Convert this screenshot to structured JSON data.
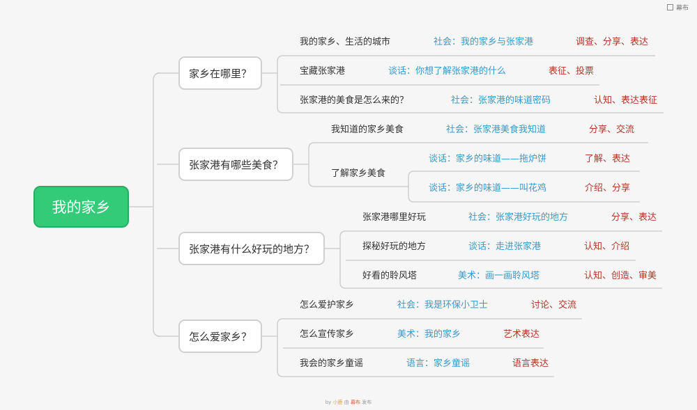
{
  "topbar": {
    "label": "幕布"
  },
  "root": {
    "label": "我的家乡"
  },
  "branches": [
    {
      "label": "家乡在哪里？",
      "items": [
        {
          "topic": "我的家乡、生活的城市",
          "lesson": "社会：我的家乡与张家港",
          "goal": "调查、分享、表达"
        },
        {
          "topic": "宝藏张家港",
          "lesson": "谈话：你想了解张家港的什么",
          "goal": "表征、投票"
        },
        {
          "topic": "张家港的美食是怎么来的？",
          "lesson": "社会：张家港的味道密码",
          "goal": "认知、表达表征"
        }
      ]
    },
    {
      "label": "张家港有哪些美食？",
      "items": [
        {
          "topic": "我知道的家乡美食",
          "lesson": "社会：张家港美食我知道",
          "goal": "分享、交流"
        },
        {
          "topic": "了解家乡美食",
          "children": [
            {
              "lesson": "谈话：家乡的味道——拖炉饼",
              "goal": "了解、表达"
            },
            {
              "lesson": "谈话：家乡的味道——叫花鸡",
              "goal": "介绍、分享"
            }
          ]
        }
      ]
    },
    {
      "label": "张家港有什么好玩的地方？",
      "items": [
        {
          "topic": "张家港哪里好玩",
          "lesson": "社会：张家港好玩的地方",
          "goal": "分享、表达"
        },
        {
          "topic": "探秘好玩的地方",
          "lesson": "谈话：走进张家港",
          "goal": "认知、介绍"
        },
        {
          "topic": "好看的聆风塔",
          "lesson": "美术：画一画聆风塔",
          "goal": "认知、创造、审美"
        }
      ]
    },
    {
      "label": "怎么爱家乡？",
      "items": [
        {
          "topic": "怎么爱护家乡",
          "lesson": "社会：我是环保小卫士",
          "goal": "讨论、交流"
        },
        {
          "topic": "怎么宣传家乡",
          "lesson": "美术：我的家乡",
          "goal": "艺术表达"
        },
        {
          "topic": "我会的家乡童谣",
          "lesson": "语言：家乡童谣",
          "goal": "语言表达"
        }
      ]
    }
  ],
  "footer": {
    "by": "by",
    "author": "小鹿",
    "via": "由",
    "brand": "幕布",
    "published": "发布"
  }
}
